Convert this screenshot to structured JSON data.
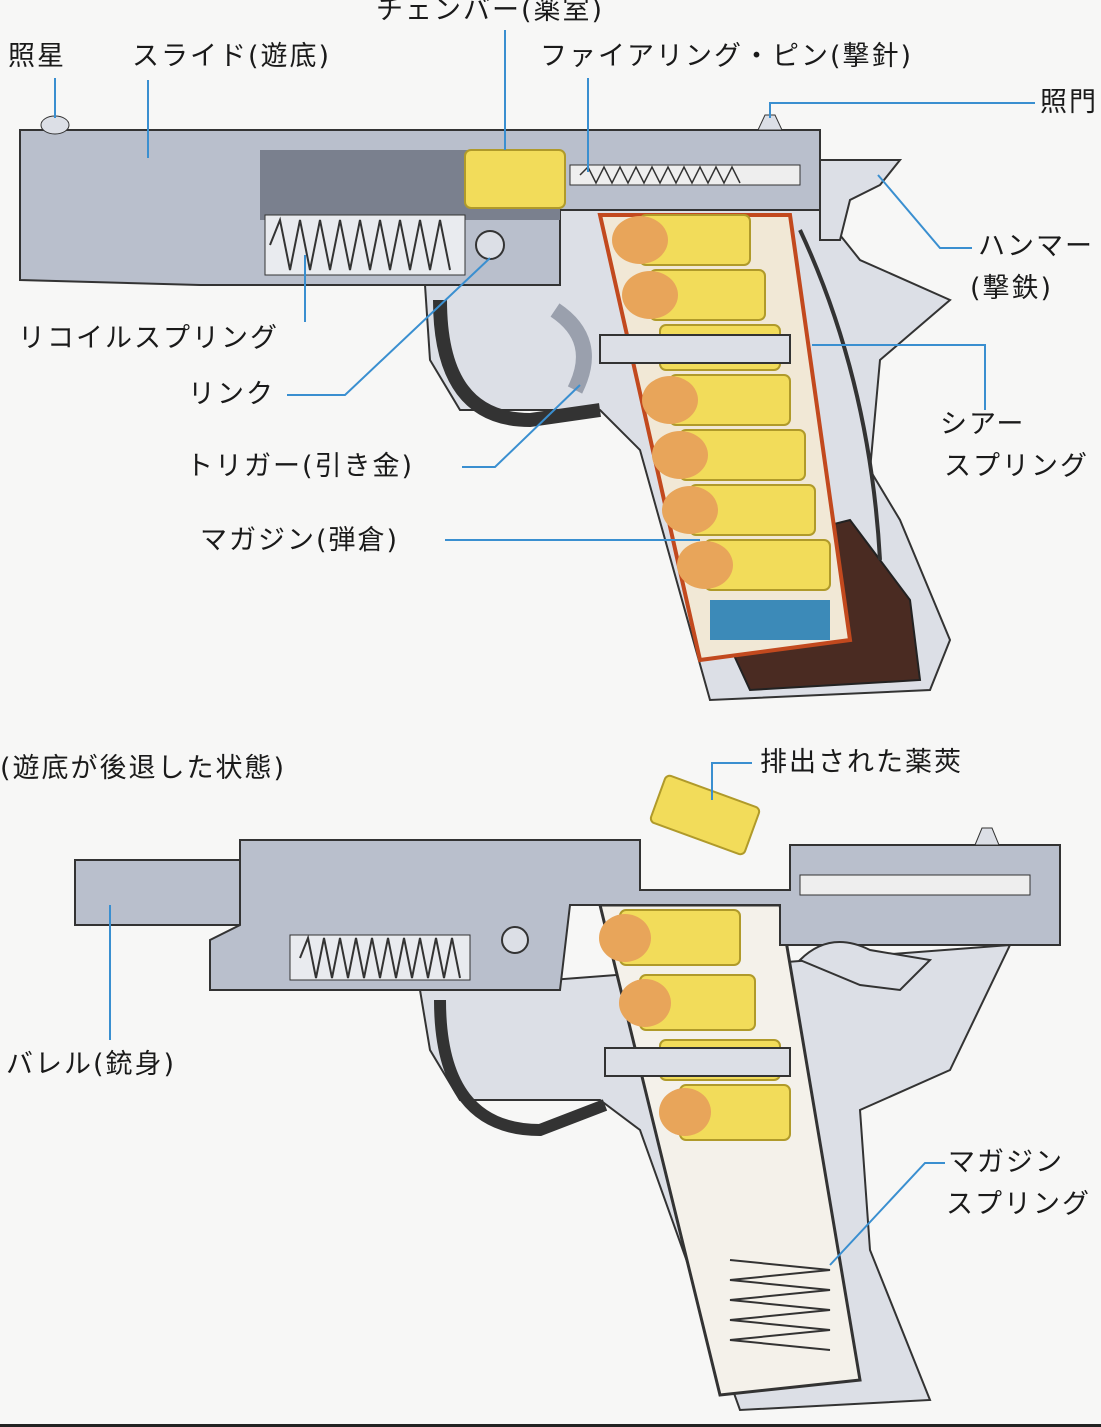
{
  "title": "Pistol cutaway diagram",
  "colors": {
    "leader": "#3a8fd0",
    "cartridge": "#f2dc5a",
    "bullet": "#e8a55a",
    "steel": "#b9bfcc",
    "dark": "#4a4f5c",
    "spring_blue": "#3c8ab8"
  },
  "labels": {
    "chamber": "チェンバー(薬室)",
    "front_sight": "照星",
    "slide": "スライド(遊底)",
    "firing_pin": "ファイアリング・ピン(撃針)",
    "rear_sight": "照門",
    "hammer_1": "ハンマー",
    "hammer_2": "(撃鉄)",
    "recoil_spring": "リコイルスプリング",
    "link": "リンク",
    "sear_spring_1": "シアー",
    "sear_spring_2": "スプリング",
    "trigger": "トリガー(引き金)",
    "magazine": "マガジン(弾倉)",
    "slide_back_state": "(遊底が後退した状態)",
    "ejected_case": "排出された薬莢",
    "barrel": "バレル(銃身)",
    "magazine_spring_1": "マガジン",
    "magazine_spring_2": "スプリング"
  }
}
